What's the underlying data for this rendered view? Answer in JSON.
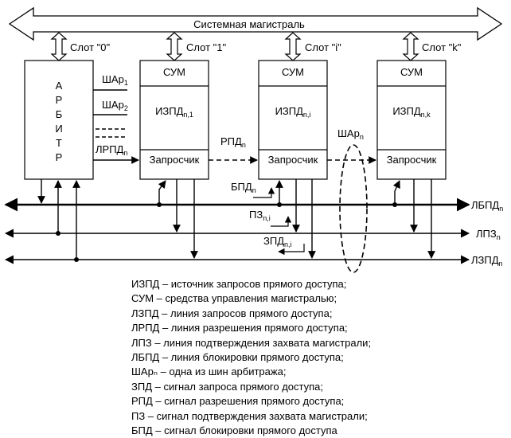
{
  "bus_title": "Системная магистраль",
  "slots": [
    "Слот \"0\"",
    "Слот \"1\"",
    "Слот \"i\"",
    "Слот \"k\""
  ],
  "arbiter_letters": [
    "А",
    "Р",
    "Б",
    "И",
    "Т",
    "Р"
  ],
  "sum_label": "СУМ",
  "requester_label": "Запросчик",
  "izpd": {
    "base": "ИЗПД",
    "subs": [
      "n,1",
      "n,i",
      "n,k"
    ]
  },
  "signals": {
    "shar1": {
      "base": "ШАр",
      "sub": "1"
    },
    "shar2": {
      "base": "ШАр",
      "sub": "2"
    },
    "lrpd": {
      "base": "ЛРПД",
      "sub": "n"
    },
    "rpd": {
      "base": "РПД",
      "sub": "n"
    },
    "sharn": {
      "base": "ШАр",
      "sub": "n"
    },
    "bpd": {
      "base": "БПД",
      "sub": "n"
    },
    "pz": {
      "base": "ПЗ",
      "sub": "n,i"
    },
    "zpd": {
      "base": "ЗПД",
      "sub": "n,i"
    }
  },
  "lines": {
    "lbpd": {
      "base": "ЛБПД",
      "sub": "n"
    },
    "lpz": {
      "base": "ЛПЗ",
      "sub": "n"
    },
    "lzpd": {
      "base": "ЛЗПД",
      "sub": "n"
    }
  },
  "legend": [
    "ИЗПД – источник запросов прямого доступа;",
    "СУМ – средства управления магистралью;",
    "ЛЗПД – линия запросов прямого доступа;",
    "ЛРПД – линия разрешения прямого доступа;",
    "ЛПЗ – линия подтверждения захвата магистрали;",
    "ЛБПД – линия блокировки прямого доступа;",
    "ШАрₙ – одна из шин арбитража;",
    "ЗПД – сигнал запроса прямого доступа;",
    "РПД – сигнал разрешения прямого доступа;",
    "ПЗ – сигнал подтверждения захвата магистрали;",
    "БПД – сигнал блокировки прямого доступа"
  ]
}
